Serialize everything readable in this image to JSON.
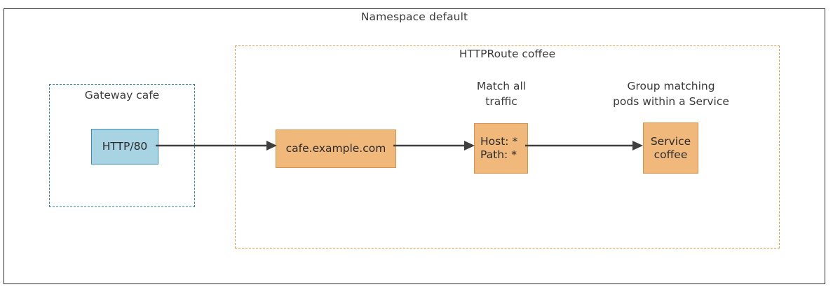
{
  "diagram": {
    "namespace": {
      "title": "Namespace default"
    },
    "httproute": {
      "title": "HTTPRoute coffee"
    },
    "gateway": {
      "title": "Gateway cafe"
    },
    "nodes": {
      "listener": {
        "label": "HTTP/80"
      },
      "hostname": {
        "label": "cafe.example.com"
      },
      "match": {
        "label": "Host: *\nPath: *"
      },
      "service": {
        "label": "Service\ncoffee"
      }
    },
    "captions": {
      "match": "Match all\ntraffic",
      "service": "Group matching\npods within a Service"
    },
    "colors": {
      "listener_fill": "#a8d3e3",
      "listener_border": "#3b8fb5",
      "node_fill": "#f0b87b",
      "node_border": "#d8924a",
      "gateway_border": "#2f87b0",
      "httproute_border": "#e09a4e",
      "namespace_border": "#2b2b2b",
      "arrow": "#3f3f3f",
      "text": "#2b2b2b"
    }
  }
}
